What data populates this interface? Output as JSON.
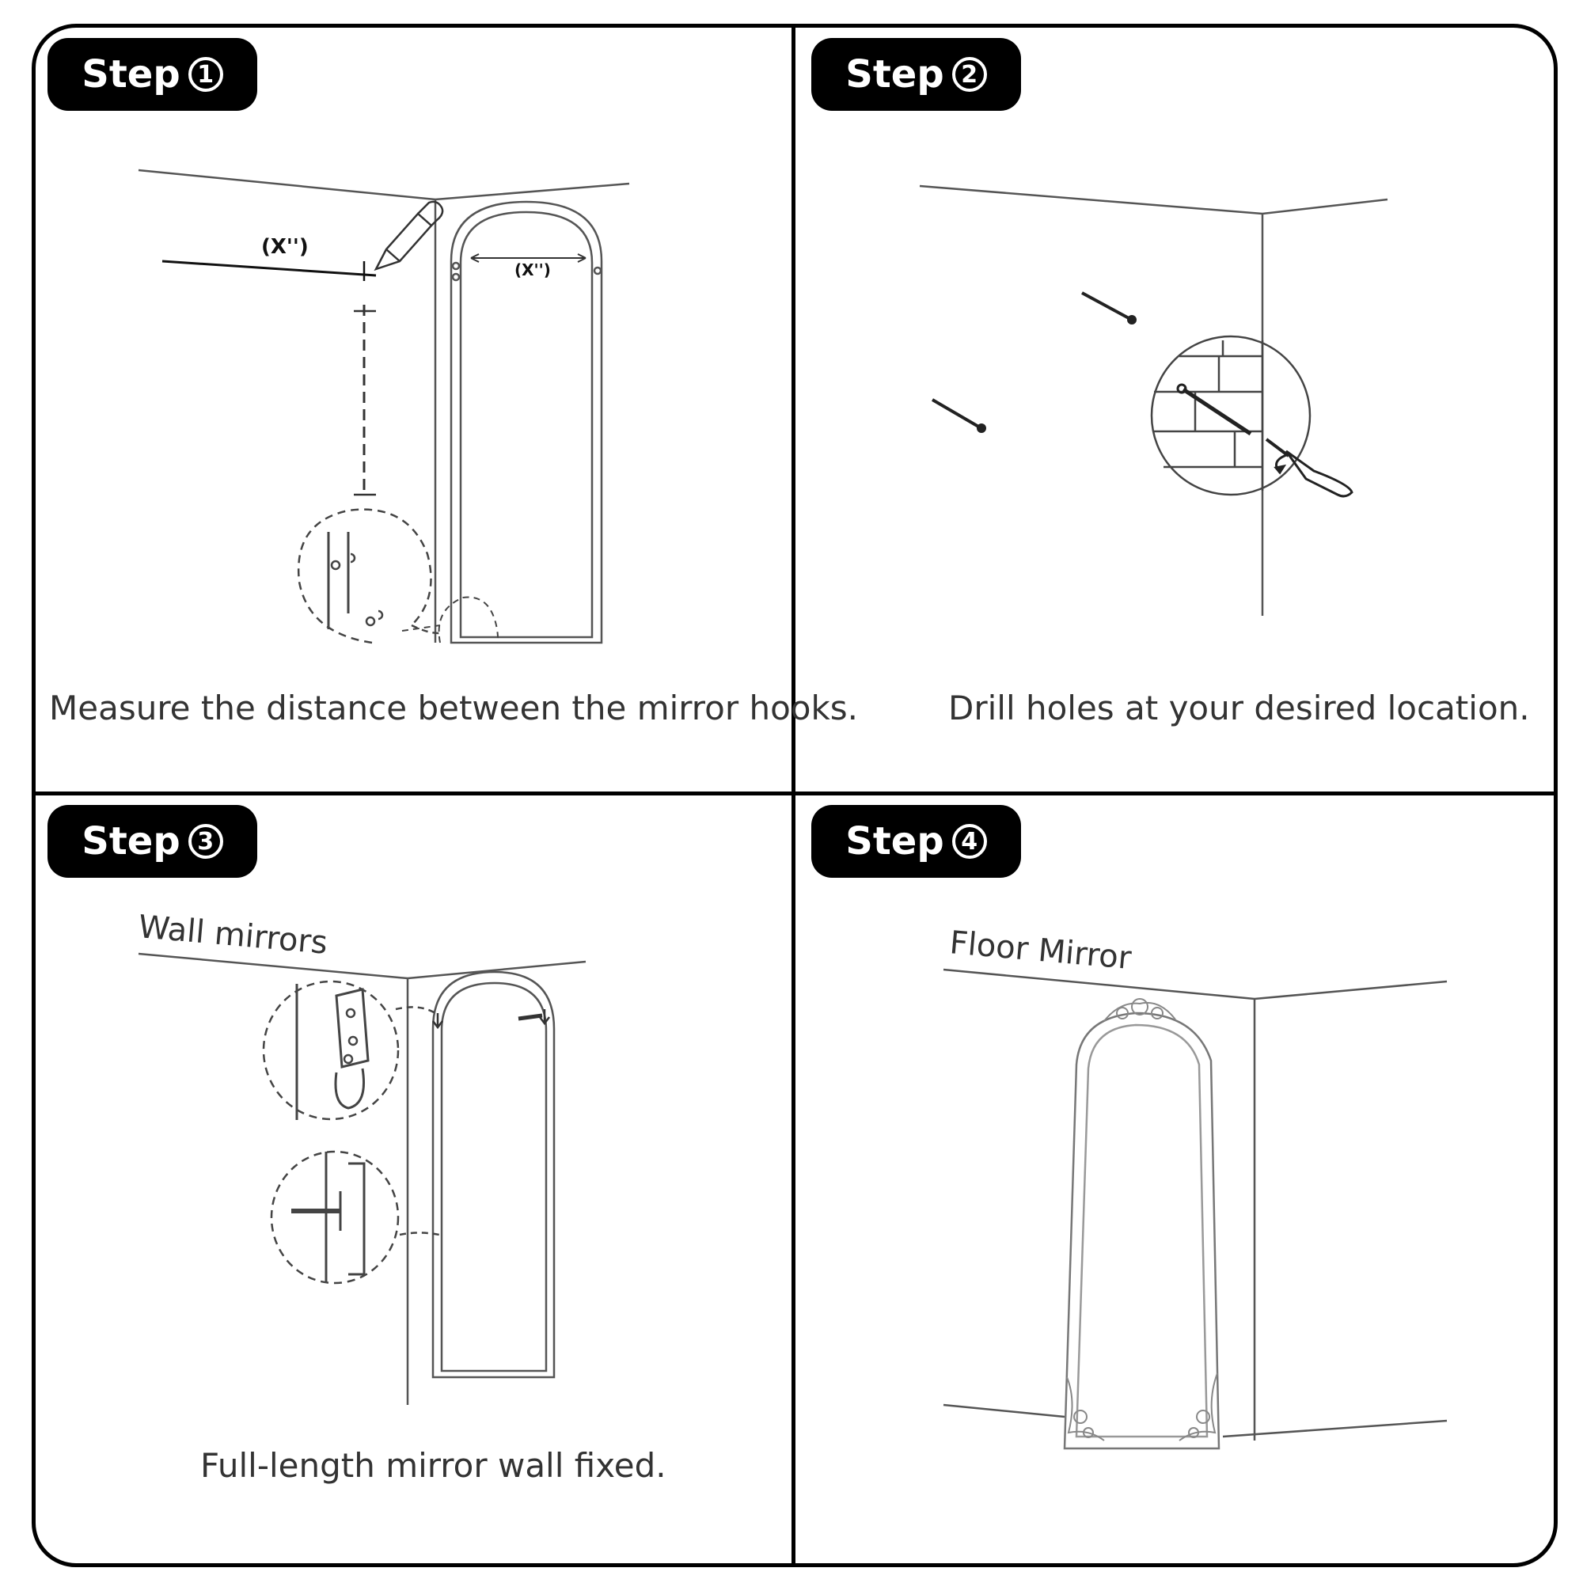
{
  "panels": [
    {
      "step_label": "Step",
      "step_number": "1",
      "caption": "Measure the distance between the mirror hooks.",
      "dimension_label": "(X'')"
    },
    {
      "step_label": "Step",
      "step_number": "2",
      "caption": "Drill holes at your desired location."
    },
    {
      "step_label": "Step",
      "step_number": "3",
      "subtitle": "Wall mirrors",
      "caption": "Full-length mirror wall fixed."
    },
    {
      "step_label": "Step",
      "step_number": "4",
      "subtitle": "Floor Mirror"
    }
  ]
}
